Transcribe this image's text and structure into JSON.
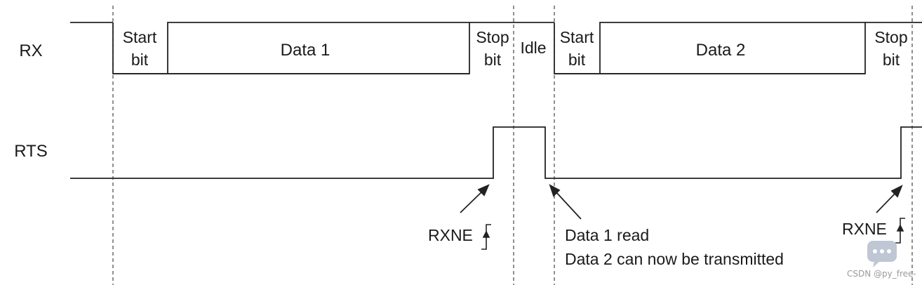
{
  "signals": {
    "rx": "RX",
    "rts": "RTS"
  },
  "frame1": {
    "start_line1": "Start",
    "start_line2": "bit",
    "data": "Data 1",
    "stop_line1": "Stop",
    "stop_line2": "bit"
  },
  "idle": "Idle",
  "frame2": {
    "start_line1": "Start",
    "start_line2": "bit",
    "data": "Data 2",
    "stop_line1": "Stop",
    "stop_line2": "bit"
  },
  "annotations": {
    "rxne_1": "RXNE",
    "data1_read": "Data 1 read",
    "data2_transmit": "Data 2 can now be transmitted",
    "rxne_2": "RXNE"
  },
  "watermark": {
    "text": "CSDN @py_free-",
    "icon": "chat-bubble-icon"
  }
}
